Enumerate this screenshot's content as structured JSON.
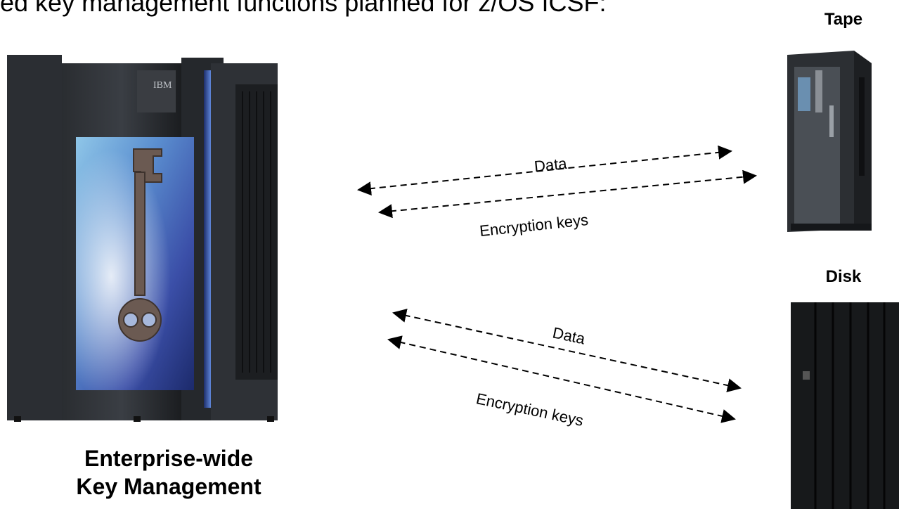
{
  "header": {
    "text": "ed key management functions planned for z/OS ICSF:"
  },
  "mainframe": {
    "brand": "IBM",
    "caption_line1": "Enterprise-wide",
    "caption_line2": "Key Management"
  },
  "devices": {
    "tape_label": "Tape",
    "disk_label": "Disk"
  },
  "flows": {
    "tape_data": "Data",
    "tape_keys": "Encryption keys",
    "disk_data": "Data",
    "disk_keys": "Encryption keys"
  },
  "colors": {
    "panel_blue": "#3a5fb8",
    "cabinet_dark": "#1f2328",
    "key_bronze": "#6b5a52"
  }
}
